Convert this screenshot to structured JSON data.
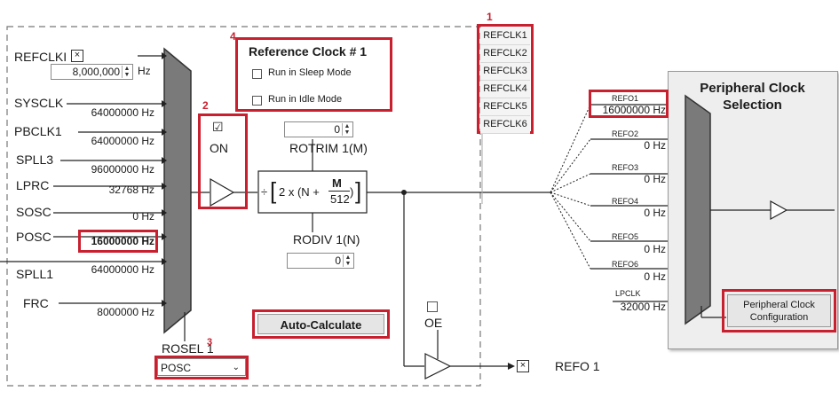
{
  "inputs": [
    {
      "name": "REFCLKI",
      "freq": "8,000,000",
      "unit": "Hz"
    },
    {
      "name": "SYSCLK",
      "freq": "64000000 Hz"
    },
    {
      "name": "PBCLK1",
      "freq": "64000000 Hz"
    },
    {
      "name": "SPLL3",
      "freq": "96000000 Hz"
    },
    {
      "name": "LPRC",
      "freq": "32768 Hz"
    },
    {
      "name": "SOSC",
      "freq": "0 Hz"
    },
    {
      "name": "POSC",
      "freq": "16000000 Hz"
    },
    {
      "name": "SPLL1",
      "freq": "64000000 Hz"
    },
    {
      "name": "FRC",
      "freq": "8000000 Hz"
    }
  ],
  "callouts": [
    "1",
    "2",
    "3",
    "4"
  ],
  "ref_clock_panel": {
    "title": "Reference Clock #",
    "title_num": "1",
    "sleep_label": "Run in Sleep Mode",
    "idle_label": "Run in Idle Mode"
  },
  "on_label": "ON",
  "on_checked": "☑",
  "rotrim": {
    "value": "0",
    "label": "ROTRIM",
    "suffix": "1(M)"
  },
  "rodiv": {
    "value": "0",
    "label": "RODIV",
    "suffix": "1(N)"
  },
  "formula": {
    "prefix": "÷",
    "body": "2 x (N +",
    "m": "M",
    "d": "512",
    "close": ")"
  },
  "auto_calc_label": "Auto-Calculate",
  "rosel": {
    "label": "ROSEL",
    "num": "1",
    "value": "POSC"
  },
  "oe_label": "OE",
  "refo_out": {
    "label": "REFO",
    "num": "1"
  },
  "refclk_list": [
    "REFCLK1",
    "REFCLK2",
    "REFCLK3",
    "REFCLK4",
    "REFCLK5",
    "REFCLK6"
  ],
  "periph": {
    "title": "Peripheral Clock Selection",
    "config_label": "Peripheral Clock Configuration"
  },
  "refo_outputs": [
    {
      "name": "REFO1",
      "freq": "16000000 Hz"
    },
    {
      "name": "REFO2",
      "freq": "0 Hz"
    },
    {
      "name": "REFO3",
      "freq": "0 Hz"
    },
    {
      "name": "REFO4",
      "freq": "0 Hz"
    },
    {
      "name": "REFO5",
      "freq": "0 Hz"
    },
    {
      "name": "REFO6",
      "freq": "0 Hz"
    },
    {
      "name": "LPCLK",
      "freq": "32000 Hz"
    }
  ],
  "colors": {
    "callout": "#c8202f",
    "mux": "#7a7a7a",
    "panel_bg": "#eeeeee"
  }
}
